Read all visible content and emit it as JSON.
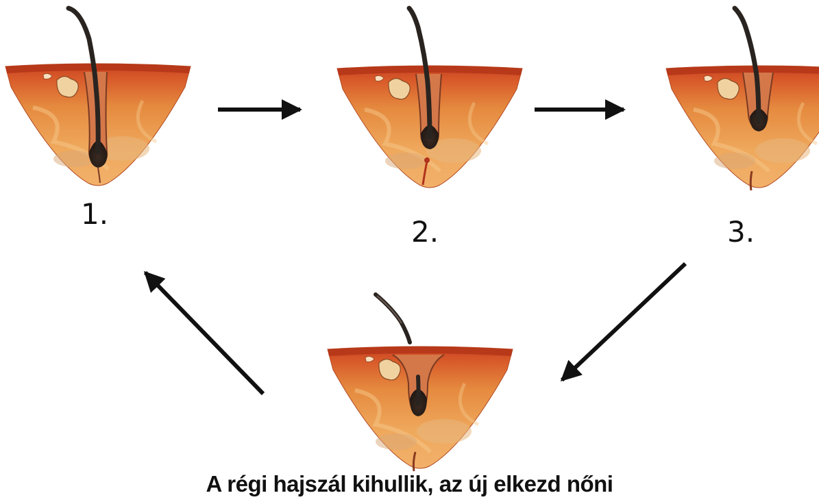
{
  "steps": [
    {
      "label": "1."
    },
    {
      "label": "2."
    },
    {
      "label": "3."
    }
  ],
  "caption": "A régi hajszál kihullik, az új elkezd nőni",
  "colors": {
    "skin_surface": "#c8421f",
    "skin_mid": "#e58a3f",
    "skin_deep": "#f2b06a",
    "tissue_light": "#f5c88a",
    "follicle_outline": "#7a3a22",
    "hair": "#2a2420",
    "arrow": "#111111"
  }
}
